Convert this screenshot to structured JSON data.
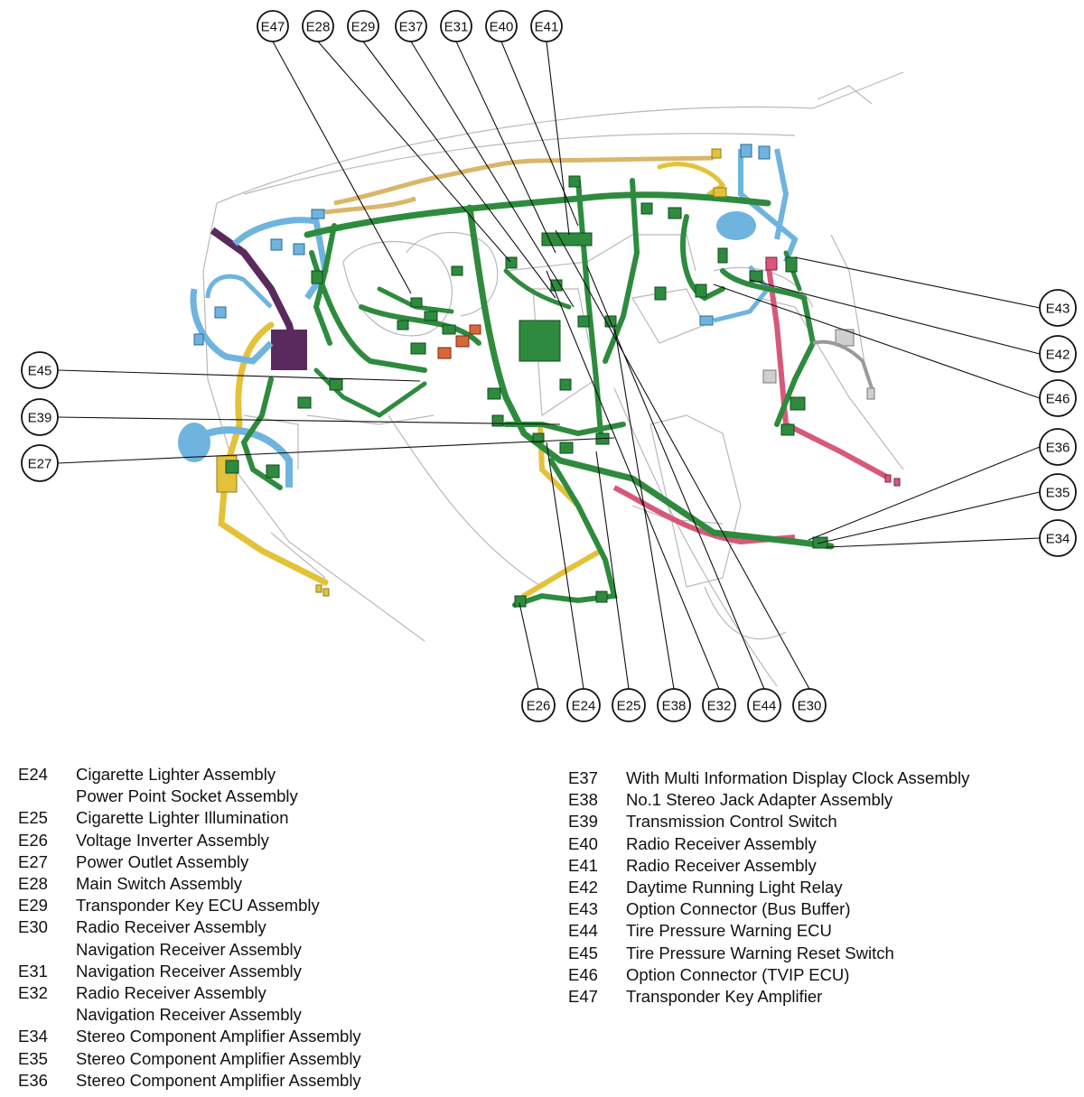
{
  "callouts": {
    "top": [
      "E47",
      "E28",
      "E29",
      "E37",
      "E31",
      "E40",
      "E41"
    ],
    "right": [
      "E43",
      "E42",
      "E46",
      "E36",
      "E35",
      "E34"
    ],
    "left": [
      "E45",
      "E39",
      "E27"
    ],
    "bottom": [
      "E26",
      "E24",
      "E25",
      "E38",
      "E32",
      "E44",
      "E30"
    ]
  },
  "legend_left": [
    {
      "code": "E24",
      "lines": [
        "Cigarette Lighter Assembly",
        "Power Point Socket Assembly"
      ]
    },
    {
      "code": "E25",
      "lines": [
        "Cigarette Lighter Illumination"
      ]
    },
    {
      "code": "E26",
      "lines": [
        "Voltage Inverter Assembly"
      ]
    },
    {
      "code": "E27",
      "lines": [
        "Power Outlet Assembly"
      ]
    },
    {
      "code": "E28",
      "lines": [
        "Main Switch Assembly"
      ]
    },
    {
      "code": "E29",
      "lines": [
        "Transponder Key ECU Assembly"
      ]
    },
    {
      "code": "E30",
      "lines": [
        "Radio Receiver Assembly",
        "Navigation Receiver Assembly"
      ]
    },
    {
      "code": "E31",
      "lines": [
        "Navigation Receiver Assembly"
      ]
    },
    {
      "code": "E32",
      "lines": [
        "Radio Receiver Assembly",
        "Navigation Receiver Assembly"
      ]
    },
    {
      "code": "E34",
      "lines": [
        "Stereo Component Amplifier Assembly"
      ]
    },
    {
      "code": "E35",
      "lines": [
        "Stereo Component Amplifier Assembly"
      ]
    },
    {
      "code": "E36",
      "lines": [
        "Stereo Component Amplifier Assembly"
      ]
    }
  ],
  "legend_right": [
    {
      "code": "E37",
      "lines": [
        "With Multi Information Display Clock Assembly"
      ]
    },
    {
      "code": "E38",
      "lines": [
        "No.1 Stereo Jack Adapter Assembly"
      ]
    },
    {
      "code": "E39",
      "lines": [
        "Transmission Control Switch"
      ]
    },
    {
      "code": "E40",
      "lines": [
        "Radio Receiver Assembly"
      ]
    },
    {
      "code": "E41",
      "lines": [
        "Radio Receiver Assembly"
      ]
    },
    {
      "code": "E42",
      "lines": [
        "Daytime Running Light Relay"
      ]
    },
    {
      "code": "E43",
      "lines": [
        "Option Connector (Bus Buffer)"
      ]
    },
    {
      "code": "E44",
      "lines": [
        "Tire Pressure Warning ECU"
      ]
    },
    {
      "code": "E45",
      "lines": [
        "Tire Pressure Warning Reset Switch"
      ]
    },
    {
      "code": "E46",
      "lines": [
        "Option Connector (TVIP ECU)"
      ]
    },
    {
      "code": "E47",
      "lines": [
        "Transponder Key Amplifier"
      ]
    }
  ],
  "colors": {
    "harness_green": "#2e8b3e",
    "harness_blue": "#6fb4df",
    "harness_yellow": "#e3c23a",
    "harness_pink": "#d8587a",
    "harness_purple": "#5a2a5e",
    "harness_tan": "#d9b66a",
    "connector_orange": "#d9663a",
    "outline_gray": "#b9b9b9"
  }
}
